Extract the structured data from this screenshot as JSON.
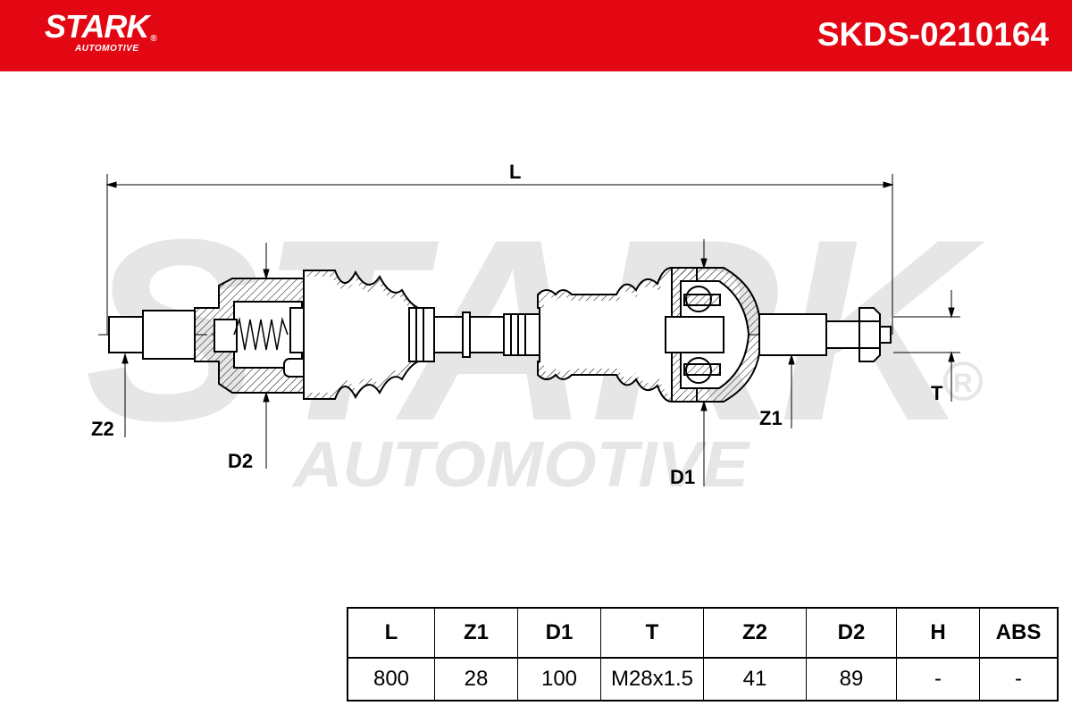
{
  "header": {
    "logo_main": "STARK",
    "logo_reg": "®",
    "logo_sub": "AUTOMOTIVE",
    "part_number": "SKDS-0210164",
    "bg_color": "#e30613"
  },
  "watermark": {
    "line1": "STARK",
    "line2": "AUTOMOTIVE",
    "reg": "®"
  },
  "diagram": {
    "labels": {
      "L": "L",
      "Z1": "Z1",
      "Z2": "Z2",
      "D1": "D1",
      "D2": "D2",
      "T": "T"
    }
  },
  "specs": {
    "headers": [
      "L",
      "Z1",
      "D1",
      "T",
      "Z2",
      "D2",
      "H",
      "ABS"
    ],
    "values": [
      "800",
      "28",
      "100",
      "M28x1.5",
      "41",
      "89",
      "-",
      "-"
    ]
  }
}
